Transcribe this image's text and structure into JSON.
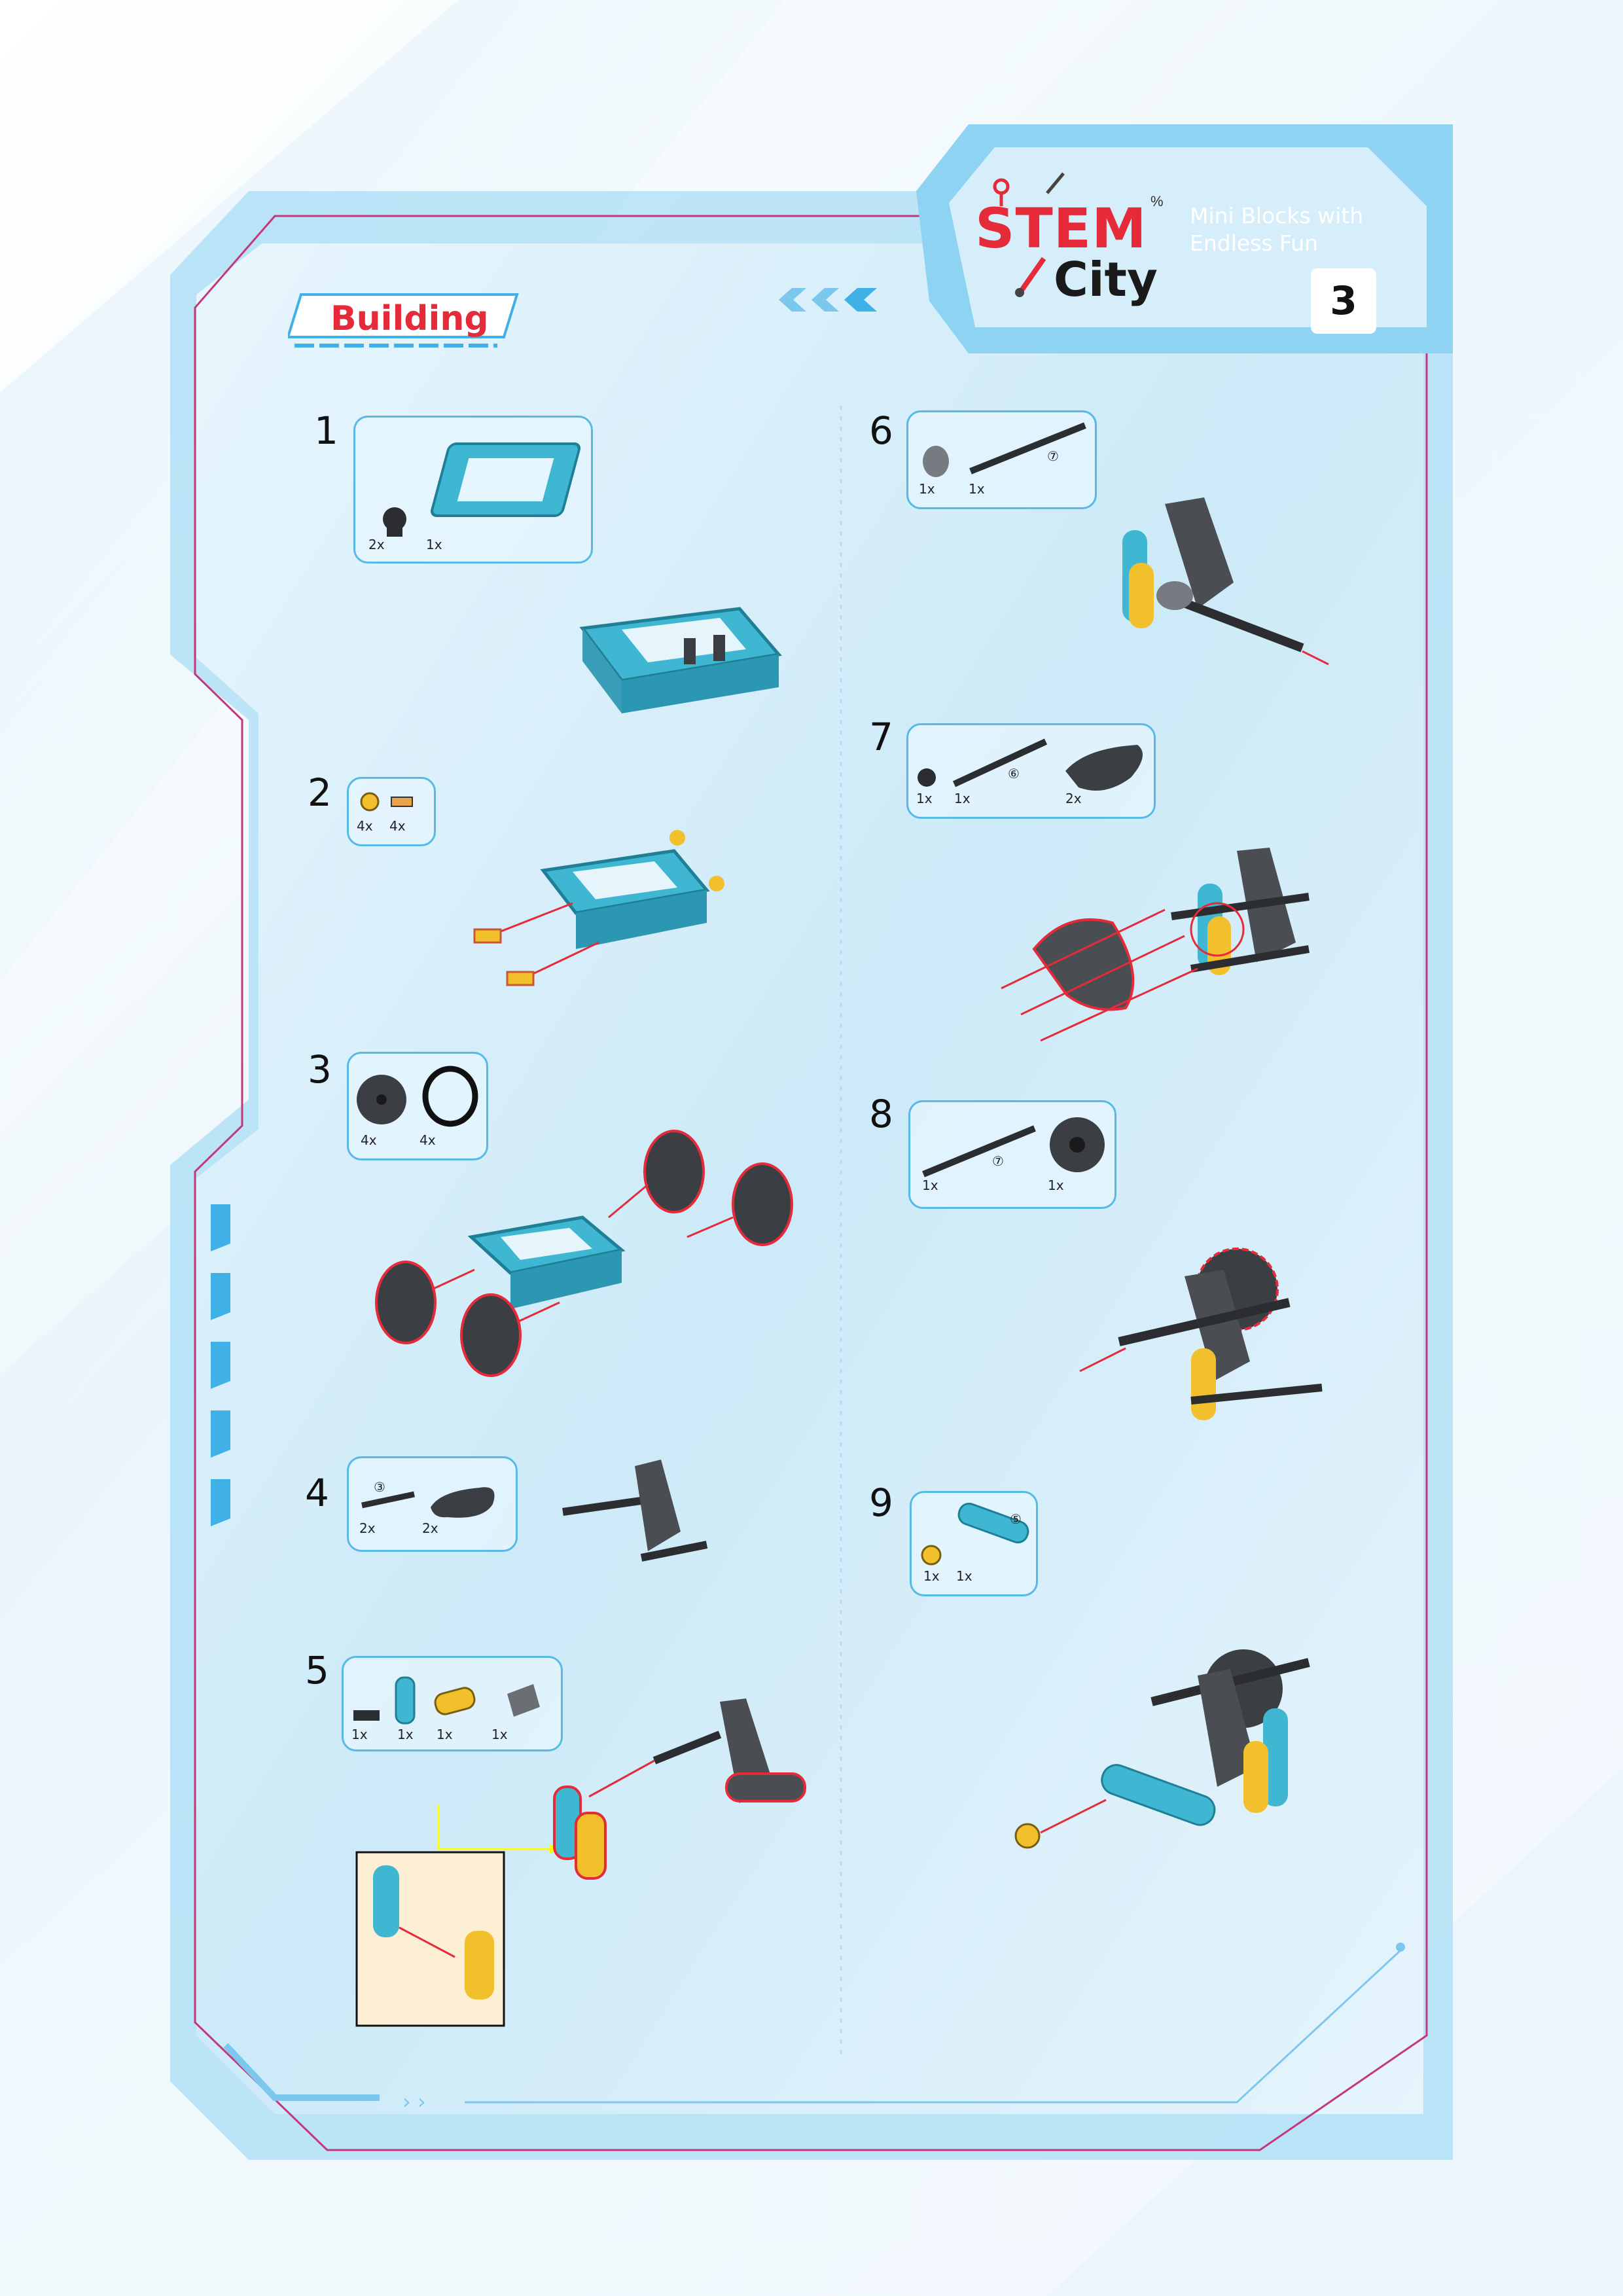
{
  "brand": {
    "logo_word1": "STEM",
    "logo_word2": "City",
    "logo_sup": "%",
    "tagline_line1": "Mini Blocks with",
    "tagline_line2": "Endless Fun",
    "page_number": "3"
  },
  "section": {
    "title": "Building"
  },
  "steps": [
    {
      "number": "1",
      "quantities": [
        "2x",
        "1x"
      ]
    },
    {
      "number": "2",
      "quantities": [
        "4x",
        "4x"
      ]
    },
    {
      "number": "3",
      "quantities": [
        "4x",
        "4x"
      ]
    },
    {
      "number": "4",
      "quantities": [
        "2x",
        "2x"
      ],
      "lengths": [
        "③"
      ]
    },
    {
      "number": "5",
      "quantities": [
        "1x",
        "1x",
        "1x",
        "1x"
      ]
    },
    {
      "number": "6",
      "quantities": [
        "1x",
        "1x"
      ],
      "lengths": [
        "⑦"
      ]
    },
    {
      "number": "7",
      "quantities": [
        "1x",
        "1x",
        "2x"
      ],
      "lengths": [
        "⑥"
      ]
    },
    {
      "number": "8",
      "quantities": [
        "1x",
        "1x"
      ],
      "lengths": [
        "⑦"
      ]
    },
    {
      "number": "9",
      "quantities": [
        "1x",
        "1x"
      ],
      "lengths": [
        "⑤"
      ]
    }
  ],
  "colors": {
    "frame": "#76c9ef",
    "accent_red": "#e52b3a",
    "beam_blue": "#3fb6d2",
    "beam_yellow": "#f2c02c",
    "dark_part": "#4a4d52",
    "border_pink": "#c2387a"
  }
}
